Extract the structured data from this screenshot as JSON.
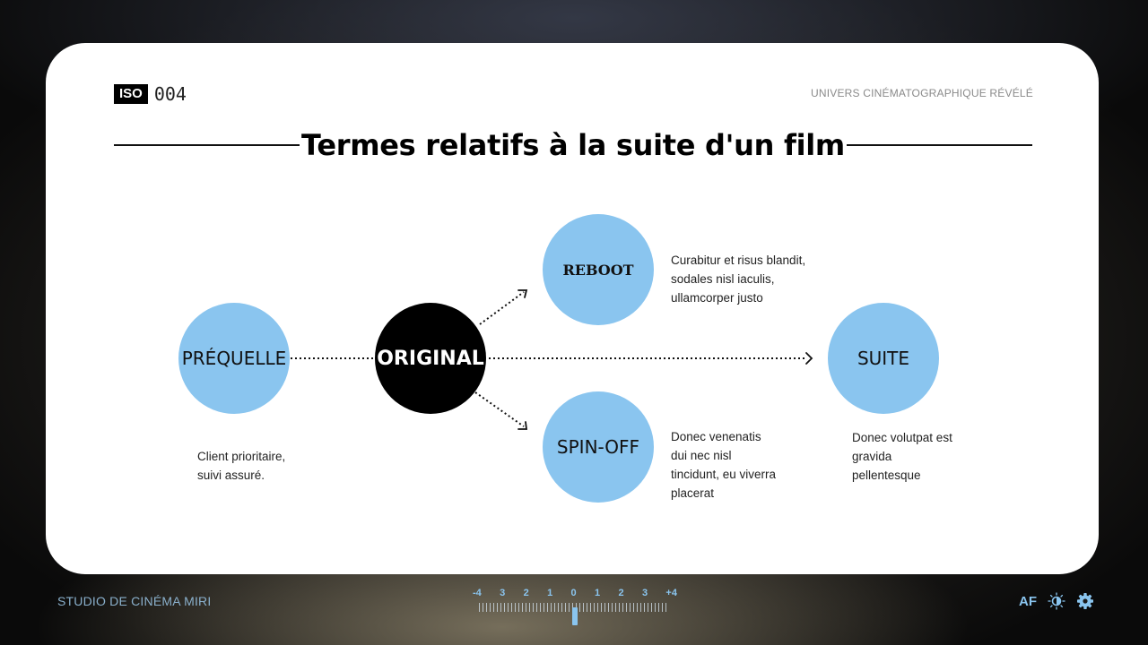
{
  "header": {
    "iso_label": "ISO",
    "iso_value": "004",
    "top_right": "UNIVERS CINÉMATOGRAPHIQUE RÉVÉLÉ"
  },
  "title": "Termes relatifs à la suite d'un film",
  "nodes": {
    "prequel": {
      "label": "PRÉQUELLE",
      "description_lines": [
        "Client prioritaire,",
        "suivi assuré."
      ]
    },
    "original": {
      "label": "ORIGINAL"
    },
    "reboot": {
      "label": "REBOOT",
      "description_lines": [
        "Curabitur et risus blandit,",
        "sodales nisl iaculis,",
        "ullamcorper justo"
      ]
    },
    "spinoff": {
      "label": "SPIN-OFF",
      "description_lines": [
        "Donec venenatis",
        "dui nec nisl",
        "tincidunt, eu viverra",
        "placerat"
      ]
    },
    "sequel": {
      "label": "SUITE",
      "description_lines": [
        "Donec volutpat est",
        "gravida",
        "pellentesque"
      ]
    }
  },
  "colors": {
    "node_blue": "#8ac5ef",
    "node_black": "#000000",
    "accent": "#8ac5ef"
  },
  "footer": {
    "studio": "STUDIO DE CINÉMA MIRI",
    "exposure_scale": [
      "-4",
      "3",
      "2",
      "1",
      "0",
      "1",
      "2",
      "3",
      "+4"
    ],
    "exposure_value": "0",
    "af_label": "AF",
    "icons": [
      "brightness-icon",
      "gear-icon"
    ]
  }
}
